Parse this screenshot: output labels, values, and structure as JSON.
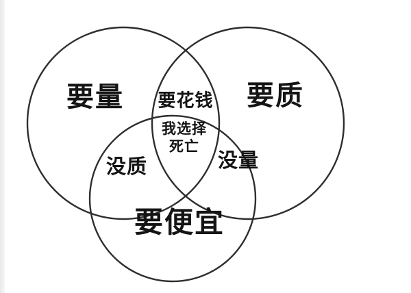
{
  "diagram": {
    "type": "venn",
    "circle_count": 3,
    "circles": [
      {
        "id": "left",
        "label": "要量"
      },
      {
        "id": "right",
        "label": "要质"
      },
      {
        "id": "bottom",
        "label": "要便宜"
      }
    ],
    "intersections": [
      {
        "regions": [
          "left",
          "right"
        ],
        "label": "要花钱"
      },
      {
        "regions": [
          "left",
          "bottom"
        ],
        "label": "没质"
      },
      {
        "regions": [
          "right",
          "bottom"
        ],
        "label": "没量"
      },
      {
        "regions": [
          "left",
          "right",
          "bottom"
        ],
        "label_line1": "我选择",
        "label_line2": "死亡"
      }
    ],
    "colors": {
      "background": "#ffffff",
      "circle_stroke": "#2e2e2e",
      "text": "#141414"
    }
  }
}
